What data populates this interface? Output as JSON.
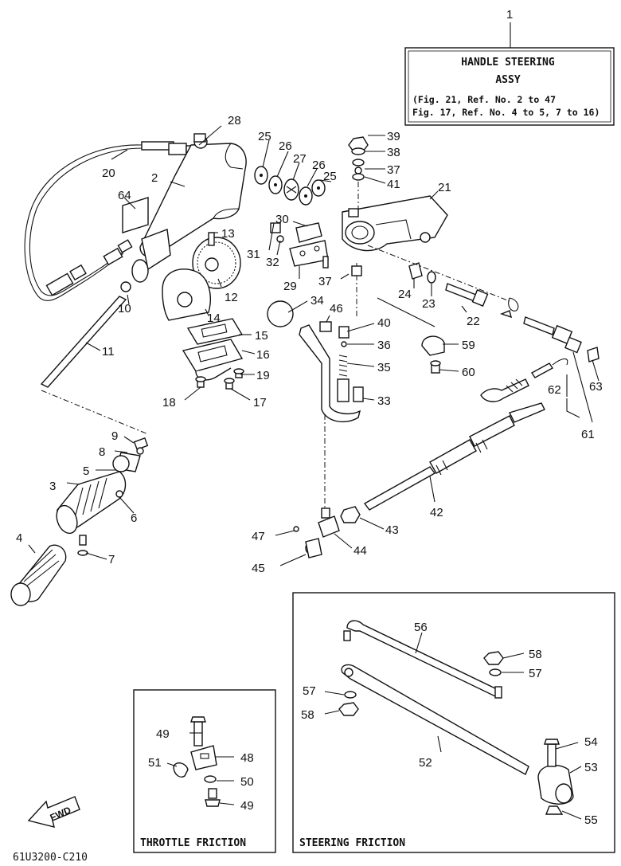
{
  "title_box": {
    "ref": "1",
    "line1": "HANDLE STEERING",
    "line2": "ASSY",
    "note1": "(Fig. 21, Ref. No. 2 to 47",
    "note2": " Fig. 17, Ref. No. 4 to 5, 7 to 16)"
  },
  "insets": {
    "throttle_label": "THROTTLE FRICTION",
    "steering_label": "STEERING FRICTION"
  },
  "direction_label": "FWD",
  "drawing_code": "61U3200-C210",
  "callouts": [
    "2",
    "3",
    "4",
    "5",
    "6",
    "7",
    "8",
    "9",
    "10",
    "11",
    "12",
    "13",
    "14",
    "15",
    "16",
    "17",
    "18",
    "19",
    "20",
    "21",
    "22",
    "23",
    "24",
    "25",
    "25",
    "26",
    "26",
    "27",
    "28",
    "29",
    "30",
    "31",
    "32",
    "33",
    "34",
    "35",
    "36",
    "37",
    "37",
    "38",
    "39",
    "40",
    "41",
    "42",
    "43",
    "44",
    "45",
    "46",
    "47",
    "48",
    "49",
    "49",
    "50",
    "51",
    "52",
    "53",
    "54",
    "55",
    "56",
    "57",
    "57",
    "58",
    "58",
    "59",
    "60",
    "61",
    "62",
    "63",
    "64"
  ]
}
